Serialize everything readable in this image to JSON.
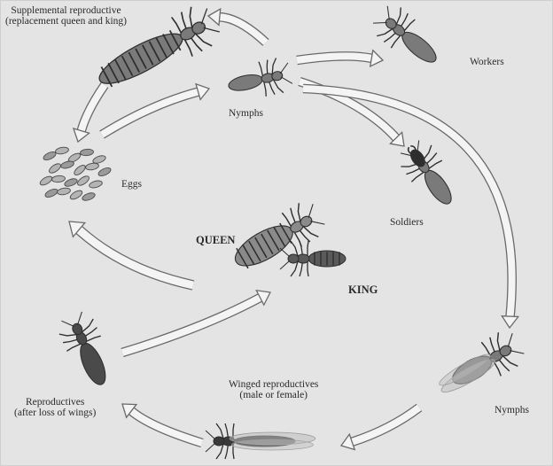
{
  "labels": {
    "supplemental_line1": "Supplemental reproductive",
    "supplemental_line2": "(replacement queen and king)",
    "nymphs_top": "Nymphs",
    "workers": "Workers",
    "eggs": "Eggs",
    "soldiers": "Soldiers",
    "queen": "QUEEN",
    "king": "KING",
    "reproductives_line1": "Reproductives",
    "reproductives_line2": "(after loss of wings)",
    "winged_line1": "Winged reproductives",
    "winged_line2": "(male or female)",
    "nymphs_right": "Nymphs"
  },
  "colors": {
    "background": "#e4e4e4",
    "arrow_fill": "#f4f4f4",
    "arrow_stroke": "#6a6a6a",
    "insect_body": "#7a7a7a",
    "insect_dark": "#2e2e2e",
    "insect_pale": "#bdbdbd"
  }
}
